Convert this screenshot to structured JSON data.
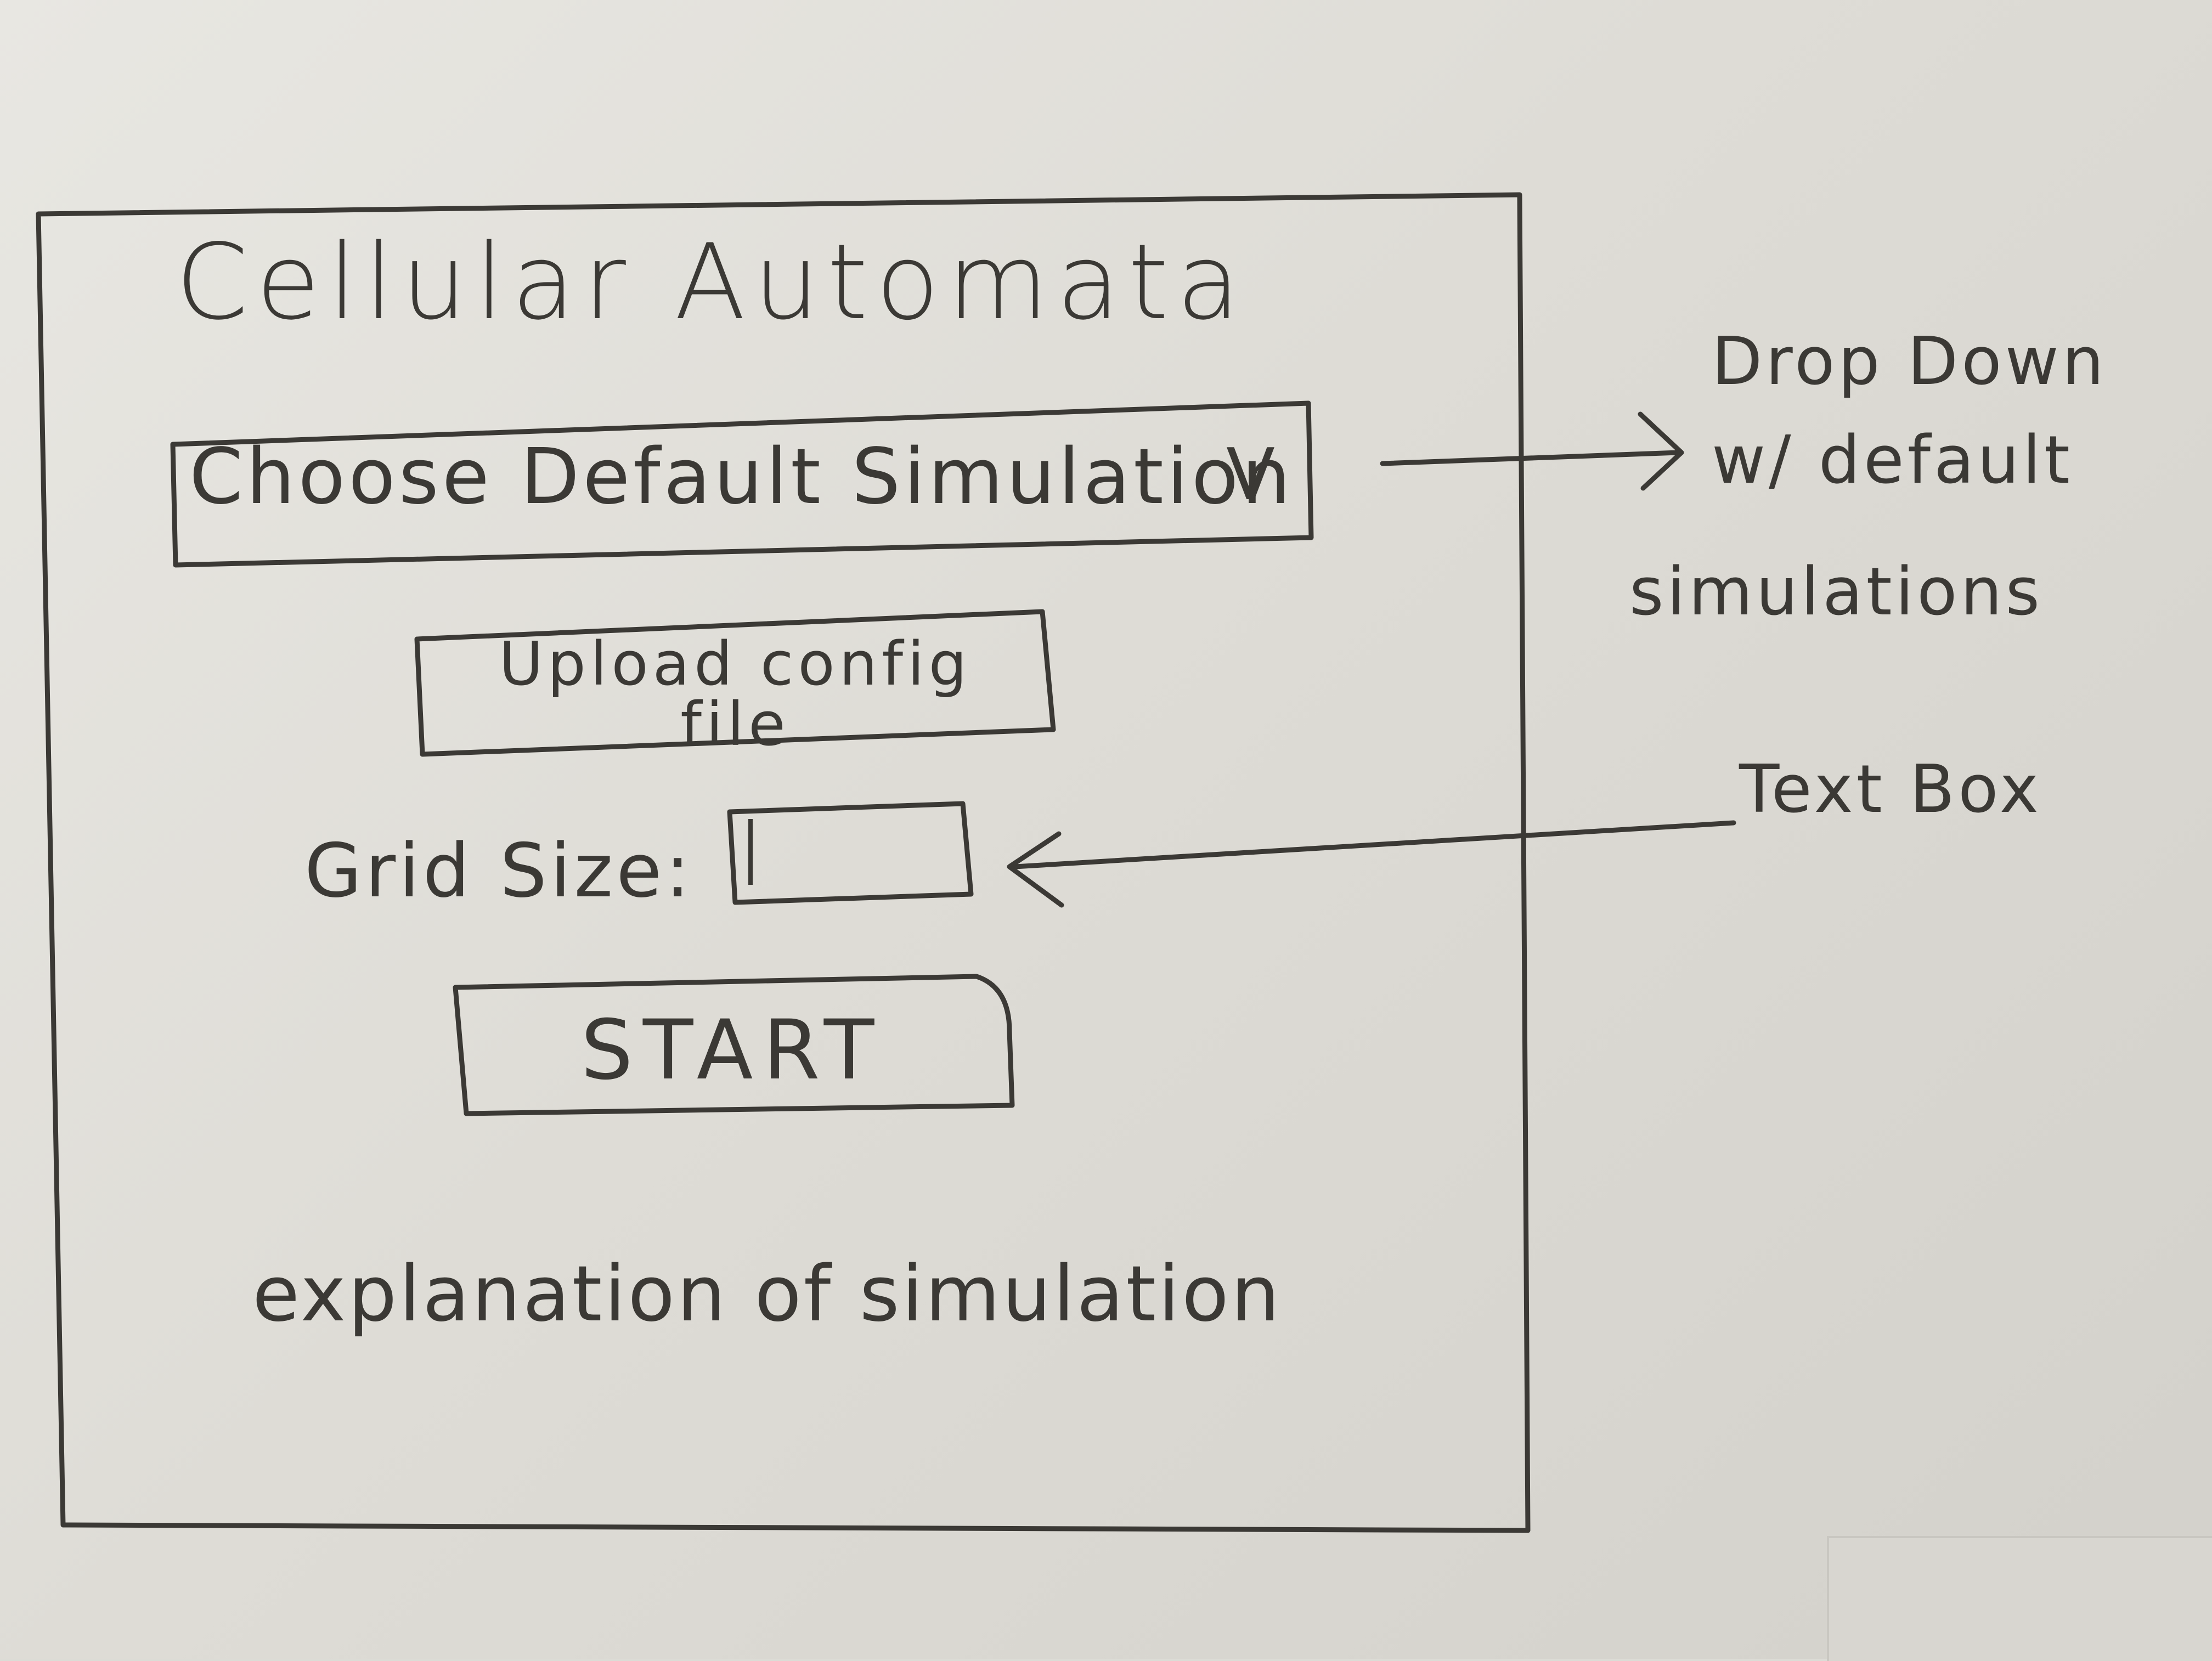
{
  "window": {
    "title": "Cellular Automata"
  },
  "controls": {
    "dropdown_label": "Choose Default Simulation",
    "dropdown_caret": "V",
    "upload_label": "Upload config file",
    "grid_size_label": "Grid Size:",
    "grid_size_value": "",
    "start_label": "START"
  },
  "content": {
    "explanation": "explanation of simulation"
  },
  "annotations": {
    "dropdown_note_line1": "Drop Down",
    "dropdown_note_line2": "w/ default",
    "dropdown_note_line3": "simulations",
    "textbox_note": "Text Box"
  },
  "colors": {
    "pencil": "#3b3935",
    "paper": "#dedcd6"
  }
}
